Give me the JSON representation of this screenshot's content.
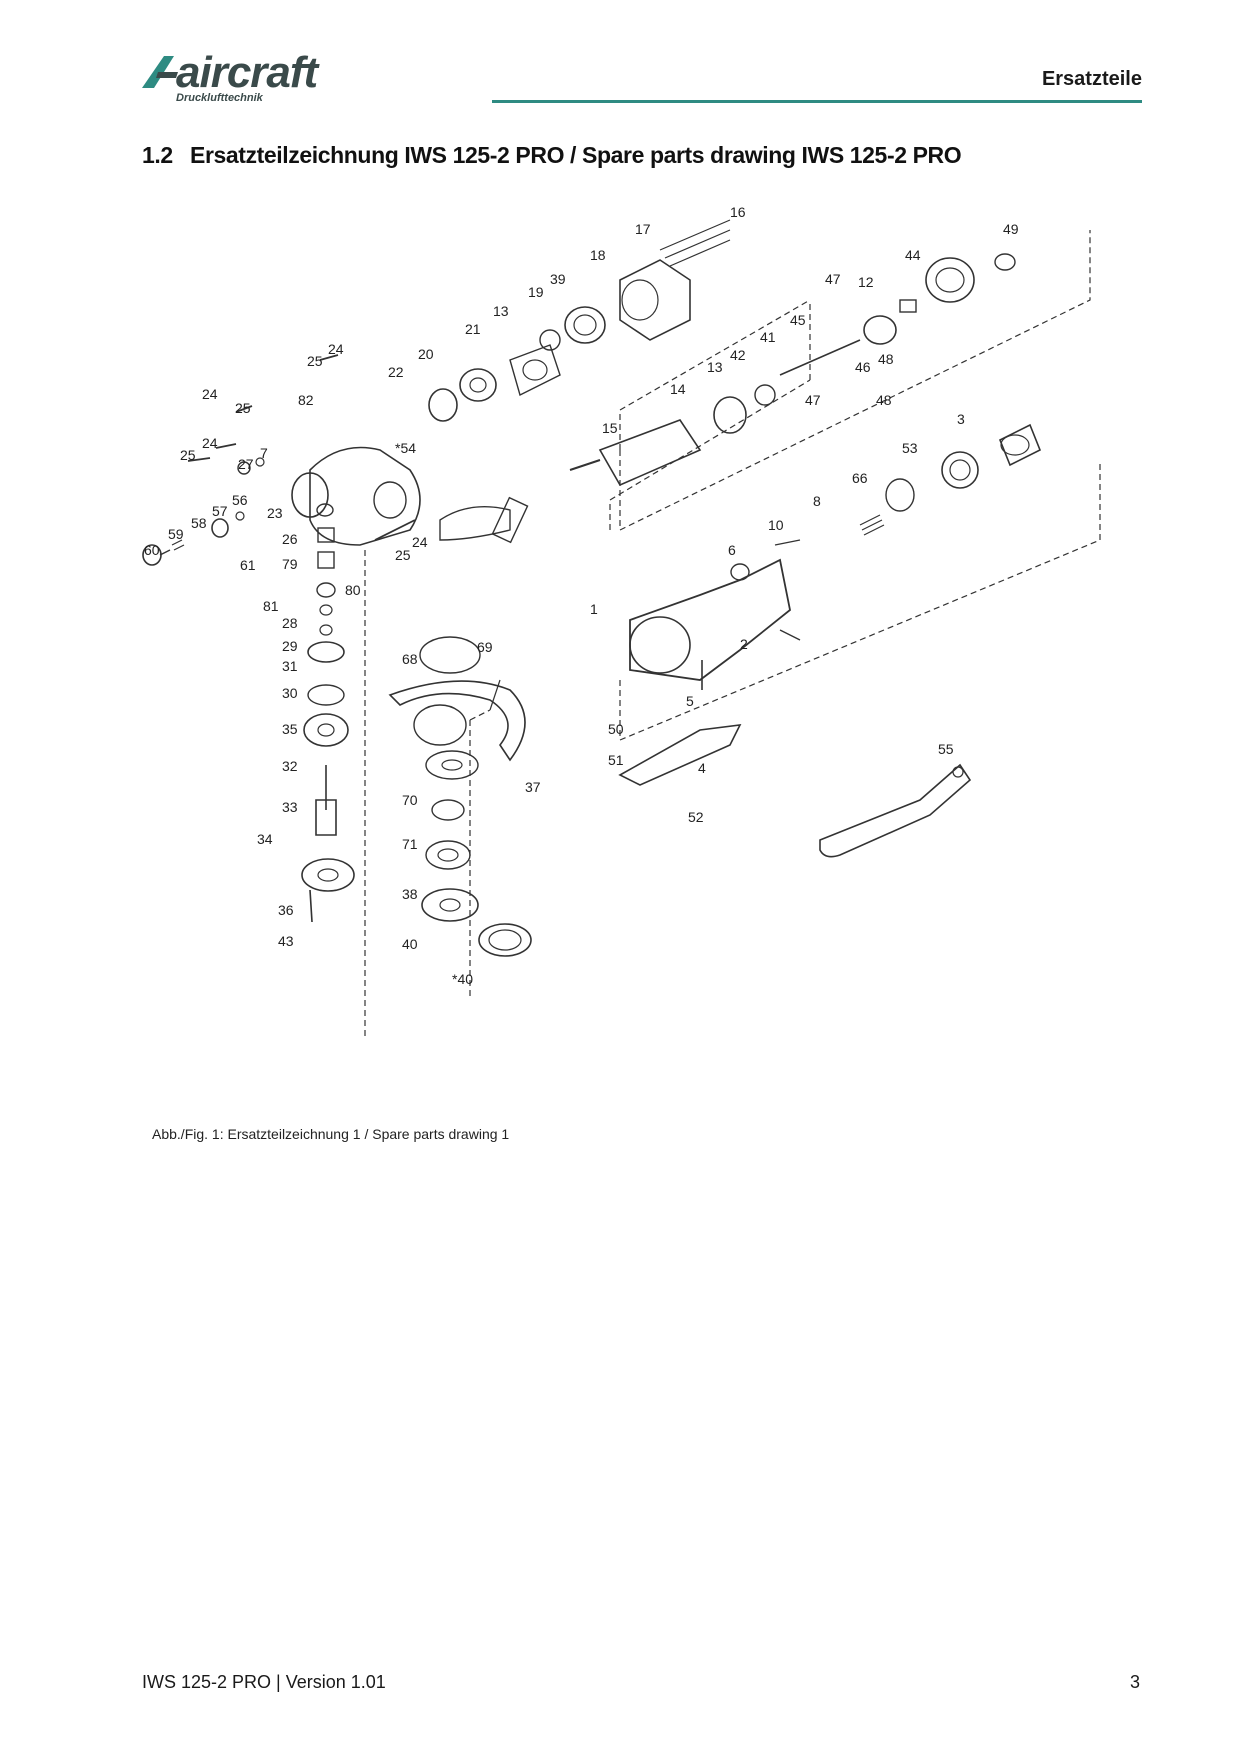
{
  "header": {
    "logo_text": "aircraft",
    "logo_subtext": "Drucklufttechnik",
    "section": "Ersatzteile",
    "accent_color": "#2e8b82"
  },
  "heading": {
    "number": "1.2",
    "title": "Ersatzteilzeichnung IWS 125-2 PRO / Spare parts drawing IWS 125-2 PRO"
  },
  "drawing": {
    "part_labels": [
      "16",
      "17",
      "49",
      "18",
      "44",
      "47",
      "12",
      "39",
      "19",
      "13",
      "21",
      "41",
      "45",
      "24",
      "20",
      "25",
      "22",
      "42",
      "13",
      "46",
      "48",
      "82",
      "14",
      "47",
      "48",
      "24",
      "25",
      "15",
      "3",
      "*54",
      "24",
      "7",
      "25",
      "27",
      "53",
      "66",
      "56",
      "57",
      "23",
      "8",
      "58",
      "26",
      "24",
      "59",
      "10",
      "60",
      "25",
      "79",
      "61",
      "6",
      "80",
      "81",
      "28",
      "1",
      "29",
      "68",
      "69",
      "2",
      "31",
      "30",
      "5",
      "50",
      "35",
      "32",
      "51",
      "4",
      "37",
      "55",
      "33",
      "70",
      "52",
      "34",
      "71",
      "38",
      "36",
      "43",
      "40",
      "*40"
    ]
  },
  "caption": "Abb./Fig. 1: Ersatzteilzeichnung 1 / Spare parts drawing 1",
  "footer": {
    "document": "IWS 125-2 PRO | Version 1.01",
    "page": "3"
  }
}
